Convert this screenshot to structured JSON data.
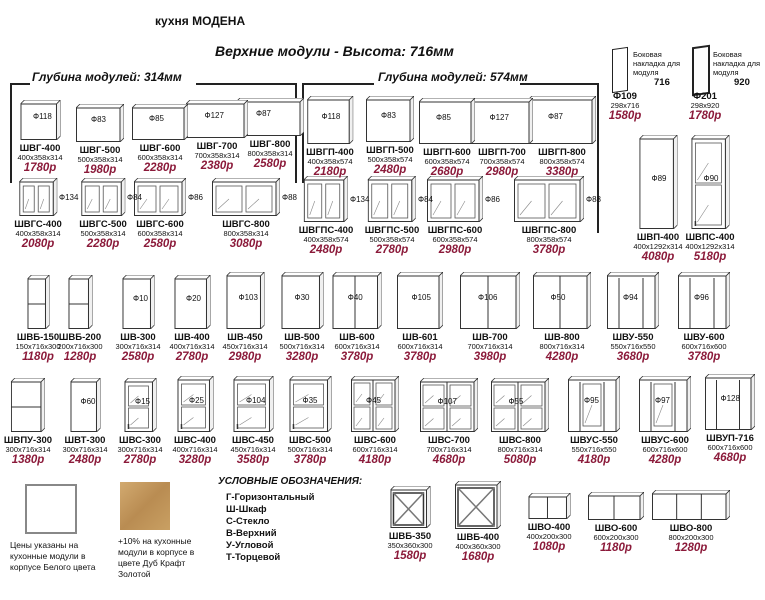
{
  "title": "кухня  МОДЕНА",
  "subtitle": "Верхние модули -  Высота:  716мм",
  "depth_314": "Глубина модулей:  314мм",
  "depth_574": "Глубина модулей:  574мм",
  "colors": {
    "price": "#8b1a3a",
    "wood": "#c8a064"
  },
  "items": [
    {
      "code": "ШВГ-400",
      "dims": "400x358x314",
      "price": "1780р",
      "phi": "Ф118",
      "kind": "h"
    },
    {
      "code": "ШВГ-500",
      "dims": "500x358x314",
      "price": "1980р",
      "phi": "Ф83",
      "kind": "h"
    },
    {
      "code": "ШВГ-600",
      "dims": "600x358x314",
      "price": "2280р",
      "phi": "Ф85",
      "kind": "h"
    },
    {
      "code": "ШВГ-700",
      "dims": "700x358x314",
      "price": "2380р",
      "phi": "Ф127",
      "kind": "h"
    },
    {
      "code": "ШВГ-800",
      "dims": "800x358x314",
      "price": "2580р",
      "phi": "Ф87",
      "kind": "h"
    },
    {
      "code": "ШВГП-400",
      "dims": "400x358x574",
      "price": "2180р",
      "phi": "Ф118",
      "kind": "h"
    },
    {
      "code": "ШВГП-500",
      "dims": "500x358x574",
      "price": "2480р",
      "phi": "Ф83",
      "kind": "h"
    },
    {
      "code": "ШВГП-600",
      "dims": "600x358x574",
      "price": "2680р",
      "phi": "Ф85",
      "kind": "h"
    },
    {
      "code": "ШВГП-700",
      "dims": "700x358x574",
      "price": "2980р",
      "phi": "Ф127",
      "kind": "h"
    },
    {
      "code": "ШВГП-800",
      "dims": "800x358x574",
      "price": "3380р",
      "phi": "Ф87",
      "kind": "h"
    },
    {
      "code": "ШВГС-400",
      "dims": "400x358x314",
      "price": "2080р",
      "phi": "Ф134",
      "kind": "hg"
    },
    {
      "code": "ШВГС-500",
      "dims": "500x358x314",
      "price": "2280р",
      "phi": "Ф84",
      "kind": "hg"
    },
    {
      "code": "ШВГС-600",
      "dims": "600x358x314",
      "price": "2580р",
      "phi": "Ф86",
      "kind": "hg"
    },
    {
      "code": "ШВГС-800",
      "dims": "800x358x314",
      "price": "3080р",
      "phi": "Ф88",
      "kind": "hg"
    },
    {
      "code": "ШВГПС-400",
      "dims": "400x358x574",
      "price": "2480р",
      "phi": "Ф134",
      "kind": "hg"
    },
    {
      "code": "ШВГПС-500",
      "dims": "500x358x574",
      "price": "2780р",
      "phi": "Ф84",
      "kind": "hg"
    },
    {
      "code": "ШВГПС-600",
      "dims": "600x358x574",
      "price": "2980р",
      "phi": "Ф86",
      "kind": "hg"
    },
    {
      "code": "ШВГПС-800",
      "dims": "800x358x574",
      "price": "3780р",
      "phi": "Ф88",
      "kind": "hg"
    },
    {
      "code": "ШВП-400",
      "dims": "400x1292x314",
      "price": "4080р",
      "phi": "Ф89",
      "kind": "v"
    },
    {
      "code": "ШВПС-400",
      "dims": "400x1292x314",
      "price": "5180р",
      "phi": "Ф90",
      "kind": "vg"
    },
    {
      "code": "ШВБ-150",
      "dims": "150x716x300",
      "price": "1180р",
      "phi": "",
      "kind": "open"
    },
    {
      "code": "ШВБ-200",
      "dims": "200x716x300",
      "price": "1280р",
      "phi": "",
      "kind": "open"
    },
    {
      "code": "ШВ-300",
      "dims": "300x716x314",
      "price": "2580р",
      "phi": "Ф10",
      "kind": "v"
    },
    {
      "code": "ШВ-400",
      "dims": "400x716x314",
      "price": "2780р",
      "phi": "Ф20",
      "kind": "v"
    },
    {
      "code": "ШВ-450",
      "dims": "450x716x314",
      "price": "2980р",
      "phi": "Ф103",
      "kind": "v"
    },
    {
      "code": "ШВ-500",
      "dims": "500x716x314",
      "price": "3280р",
      "phi": "Ф30",
      "kind": "v"
    },
    {
      "code": "ШВ-600",
      "dims": "600x716x314",
      "price": "3780р",
      "phi": "Ф40",
      "kind": "v2"
    },
    {
      "code": "ШВ-601",
      "dims": "600x716x314",
      "price": "3780р",
      "phi": "Ф105",
      "kind": "v"
    },
    {
      "code": "ШВ-700",
      "dims": "700x716x314",
      "price": "3980р",
      "phi": "Ф106",
      "kind": "v2"
    },
    {
      "code": "ШВ-800",
      "dims": "800x716x314",
      "price": "4280р",
      "phi": "Ф50",
      "kind": "v2"
    },
    {
      "code": "ШВУ-550",
      "dims": "550x716x550",
      "price": "3680р",
      "phi": "Ф94",
      "kind": "corner"
    },
    {
      "code": "ШВУ-600",
      "dims": "600x716x600",
      "price": "3780р",
      "phi": "Ф96",
      "kind": "corner"
    },
    {
      "code": "ШВПУ-300",
      "dims": "300x716x314",
      "price": "1380р",
      "phi": "",
      "kind": "open"
    },
    {
      "code": "ШВТ-300",
      "dims": "300x716x314",
      "price": "2480р",
      "phi": "Ф60",
      "kind": "v"
    },
    {
      "code": "ШВС-300",
      "dims": "300x716x314",
      "price": "2780р",
      "phi": "Ф15",
      "kind": "vg"
    },
    {
      "code": "ШВС-400",
      "dims": "400x716x314",
      "price": "3280р",
      "phi": "Ф25",
      "kind": "vg"
    },
    {
      "code": "ШВС-450",
      "dims": "450x716x314",
      "price": "3580р",
      "phi": "Ф104",
      "kind": "vg"
    },
    {
      "code": "ШВС-500",
      "dims": "500x716x314",
      "price": "3780р",
      "phi": "Ф35",
      "kind": "vg"
    },
    {
      "code": "ШВС-600",
      "dims": "600x716x314",
      "price": "4180р",
      "phi": "Ф45",
      "kind": "vg2"
    },
    {
      "code": "ШВС-700",
      "dims": "700x716x314",
      "price": "4680р",
      "phi": "Ф107",
      "kind": "vg2"
    },
    {
      "code": "ШВС-800",
      "dims": "800x716x314",
      "price": "5080р",
      "phi": "Ф55",
      "kind": "vg2"
    },
    {
      "code": "ШВУС-550",
      "dims": "550x716x550",
      "price": "4180р",
      "phi": "Ф95",
      "kind": "cornerg"
    },
    {
      "code": "ШВУС-600",
      "dims": "600x716x600",
      "price": "4280р",
      "phi": "Ф97",
      "kind": "cornerg"
    },
    {
      "code": "ШВУП-716",
      "dims": "600x716x600",
      "price": "4680р",
      "phi": "Ф128",
      "kind": "corner"
    },
    {
      "code": "ШВБ-350",
      "dims": "350x360x300",
      "price": "1580р",
      "phi": "",
      "kind": "x"
    },
    {
      "code": "ШВБ-400",
      "dims": "400x360x300",
      "price": "1680р",
      "phi": "",
      "kind": "x"
    },
    {
      "code": "ШВО-400",
      "dims": "400x200x300",
      "price": "1080р",
      "phi": "",
      "kind": "shelf"
    },
    {
      "code": "ШВО-600",
      "dims": "600x200x300",
      "price": "1180р",
      "phi": "",
      "kind": "shelf"
    },
    {
      "code": "ШВО-800",
      "dims": "800x200x300",
      "price": "1280р",
      "phi": "",
      "kind": "shelf"
    }
  ],
  "side_panels": [
    {
      "code": "Ф109",
      "dims": "298x716",
      "price": "1580р",
      "label": "Боковая накладка для модуля",
      "size": "716"
    },
    {
      "code": "Ф201",
      "dims": "298x920",
      "price": "1780р",
      "label": "Боковая накладка для модуля",
      "size": "920"
    }
  ],
  "notes": {
    "white": "Цены указаны на кухонные модули в корпусе Белого цвета",
    "wood": "+10% на кухонные модули в корпусе в цвете Дуб Крафт Золотой"
  },
  "legend": {
    "title": "УСЛОВНЫЕ  ОБОЗНАЧЕНИЯ:",
    "entries": [
      "Г-Горизонтальный",
      "Ш-Шкаф",
      "С-Стекло",
      "В-Верхний",
      "У-Угловой",
      "Т-Торцевой"
    ]
  }
}
